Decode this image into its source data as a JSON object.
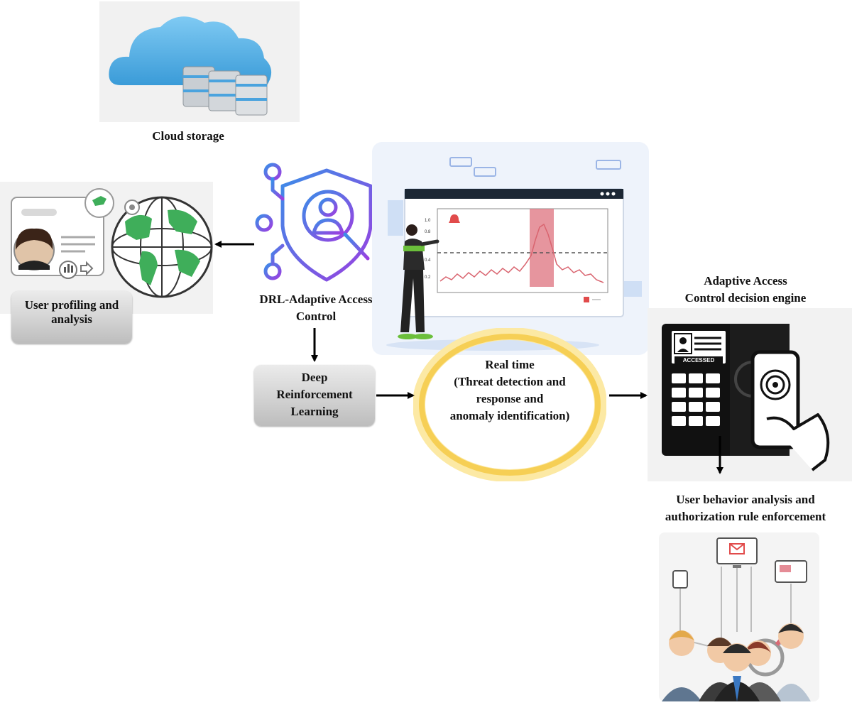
{
  "labels": {
    "cloud_storage": "Cloud storage",
    "user_profiling": "User profiling and analysis",
    "drl_line1": "DRL-Adaptive Access",
    "drl_line2": "Control",
    "deep_rl_line1": "Deep",
    "deep_rl_line2": "Reinforcement",
    "deep_rl_line3": "Learning",
    "realtime_line1": "Real time",
    "realtime_line2": "(Threat detection and",
    "realtime_line3": "response and",
    "realtime_line4": "anomaly identification)",
    "engine_line1": "Adaptive Access",
    "engine_line2": "Control decision engine",
    "behavior_line1": "User behavior analysis and",
    "behavior_line2": "authorization rule enforcement"
  },
  "illustration_text": {
    "accessed_badge": "ACCESSED",
    "chart_tick_top": "1.0",
    "chart_tick_mid": "0.8",
    "chart_tick_low": "0.4",
    "chart_tick_bottom": "0.2"
  },
  "colors": {
    "arrow": "#000000",
    "shield_gradient_start": "#3b8de8",
    "shield_gradient_end": "#9b3fe0",
    "cloud": "#5cb6ec",
    "globe_land": "#3fae5a",
    "anomaly_band": "#e07a86",
    "ring": "#f6cf55"
  }
}
